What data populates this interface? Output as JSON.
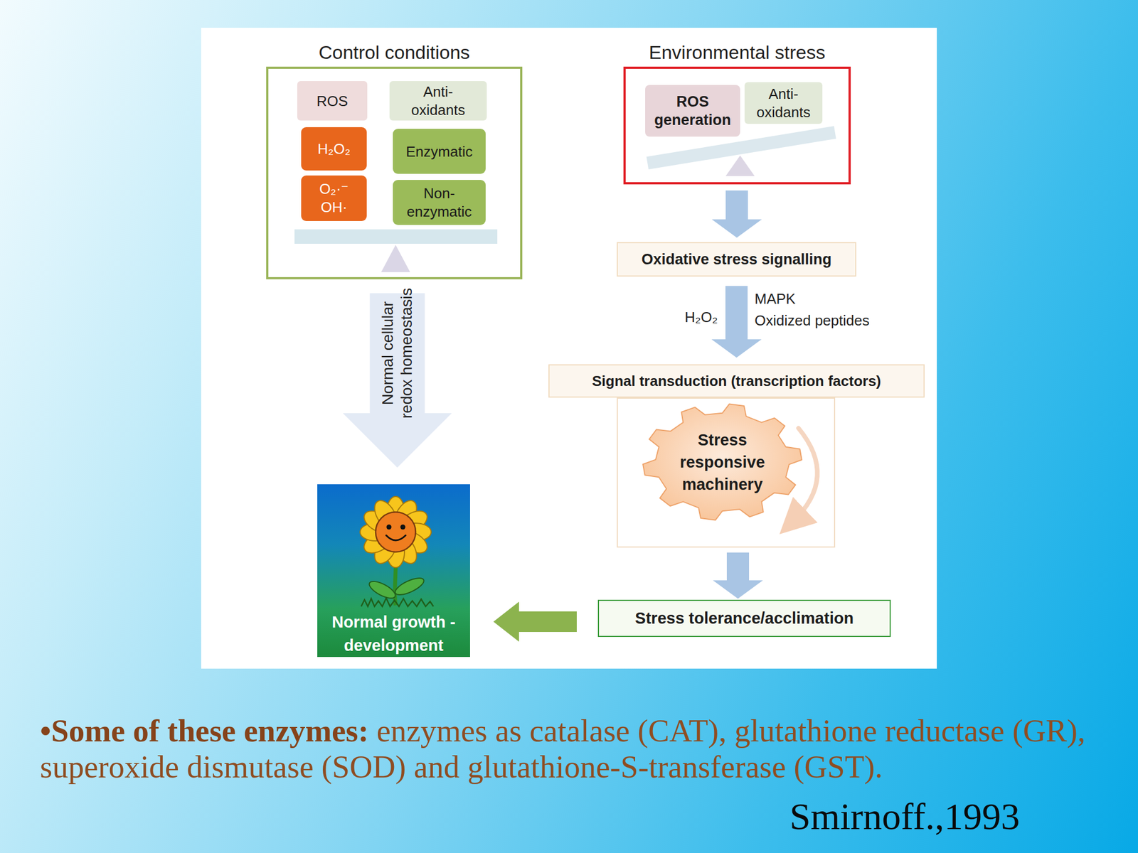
{
  "diagram": {
    "nodes": [
      {
        "text": [
          "Control conditions"
        ]
      },
      {
        "text": [
          "ROS"
        ],
        "in": 0
      },
      {
        "text": [
          "Anti-oxidants"
        ],
        "in": 0
      },
      {
        "text": [
          "H₂O₂"
        ],
        "in": 0
      },
      {
        "text": [
          "O₂·⁻ OH·"
        ],
        "in": 0
      },
      {
        "text": [
          "Enzymatic"
        ],
        "in": 0
      },
      {
        "text": [
          "Non-enzymatic"
        ],
        "in": 0
      },
      {
        "text": [
          "Normal growth - development"
        ]
      },
      {
        "text": [
          "Environmental stress"
        ]
      },
      {
        "text": [
          "ROS generation"
        ],
        "in": 8
      },
      {
        "text": [
          "Anti-oxidants"
        ],
        "in": 8
      },
      {
        "text": [
          "Oxidative stress signalling"
        ]
      },
      {
        "text": [
          "Signal transduction (transcription factors)"
        ]
      },
      {
        "text": [
          "Stress responsive machinery"
        ]
      },
      {
        "text": [
          "Stress tolerance/acclimation"
        ]
      }
    ],
    "edges": [
      {
        "from": 0,
        "to": 7,
        "arrow": "to",
        "label": "Normal cellular redox homeostasis"
      },
      {
        "from": 8,
        "to": 11,
        "arrow": "to"
      },
      {
        "from": 11,
        "to": 12,
        "arrow": "to",
        "label": "H₂O₂"
      },
      {
        "from": 13,
        "to": 14,
        "arrow": "to"
      },
      {
        "from": 14,
        "to": 7,
        "arrow": "to"
      }
    ],
    "labels": [
      "MAPK",
      "Oxidized peptides",
      "•Some of these enzymes:",
      "enzymes as catalase (CAT), glutathione reductase (GR), superoxide dismutase (SOD) and glutathione-S-transferase (GST).",
      "Smirnoff.,1993"
    ]
  }
}
